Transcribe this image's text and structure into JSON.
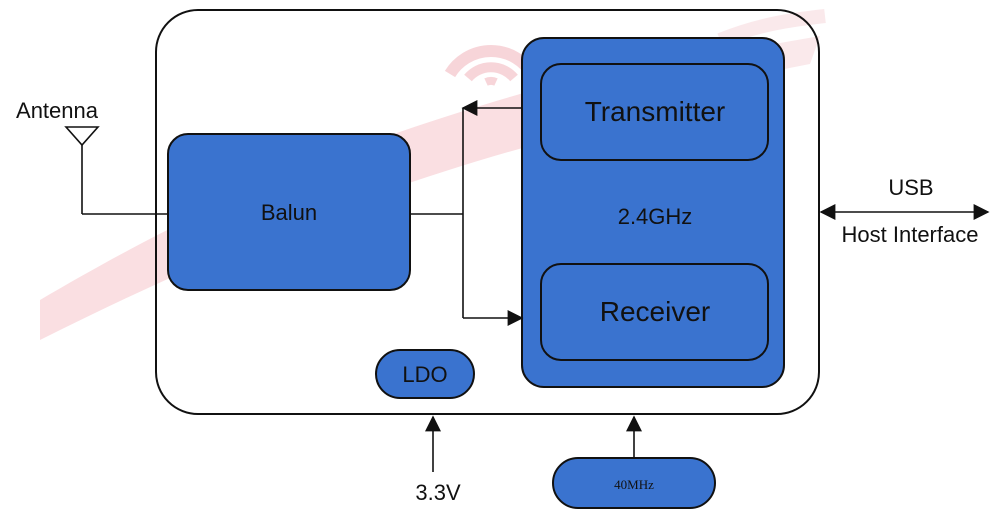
{
  "diagram": {
    "labels": {
      "antenna": "Antenna",
      "balun": "Balun",
      "transmitter": "Transmitter",
      "receiver": "Receiver",
      "rf_core": "2.4GHz",
      "usb": "USB",
      "host_interface": "Host Interface",
      "ldo": "LDO",
      "supply": "3.3V",
      "crystal": "40MHz"
    },
    "colors": {
      "block_fill": "#3a73cf",
      "block_stroke": "#111111",
      "outline": "#111111",
      "watermark": "#f3b8bf"
    }
  }
}
